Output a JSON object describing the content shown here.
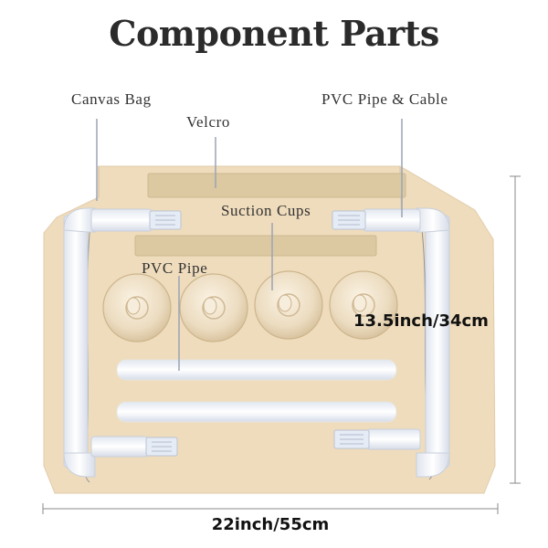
{
  "title": "Component Parts",
  "labels": {
    "canvas_bag": "Canvas Bag",
    "velcro": "Velcro",
    "pvc_pipe_cable": "PVC Pipe & Cable",
    "suction_cups": "Suction Cups",
    "pvc_pipe": "PVC Pipe"
  },
  "dimensions": {
    "height": "13.5inch/34cm",
    "width": "22inch/55cm"
  },
  "colors": {
    "canvas": "#efdcbc",
    "velcro": "#d9c59d",
    "pipe": "#f3f6fb",
    "leader_line": "#9aa4b4"
  }
}
